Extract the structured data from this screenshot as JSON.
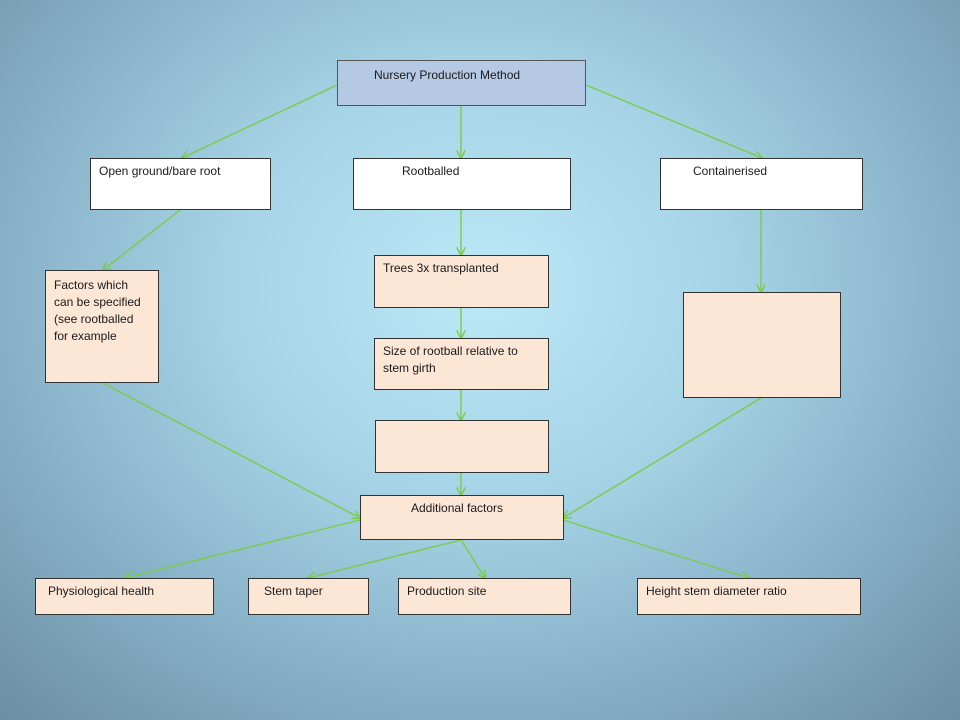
{
  "colors": {
    "connector": "#7acc46",
    "box_fill_white": "#ffffff",
    "box_fill_peach": "#fce6d6",
    "box_fill_blue": "#b5c9e4",
    "box_border": "#333333"
  },
  "nodes": {
    "root": "Nursery Production Method",
    "open_ground": "Open ground/bare root",
    "rootballed": "Rootballed",
    "containerised": "Containerised",
    "factors_specified": "Factors which can be specified (see rootballed for example",
    "trees_transplanted": "Trees 3x transplanted",
    "size_rootball": "Size of rootball relative to stem girth",
    "empty_center": "",
    "empty_right": "",
    "additional_factors": "Additional factors",
    "physiological_health": "Physiological health",
    "stem_taper": "Stem taper",
    "production_site": "Production site",
    "height_ratio": "Height stem diameter ratio"
  }
}
